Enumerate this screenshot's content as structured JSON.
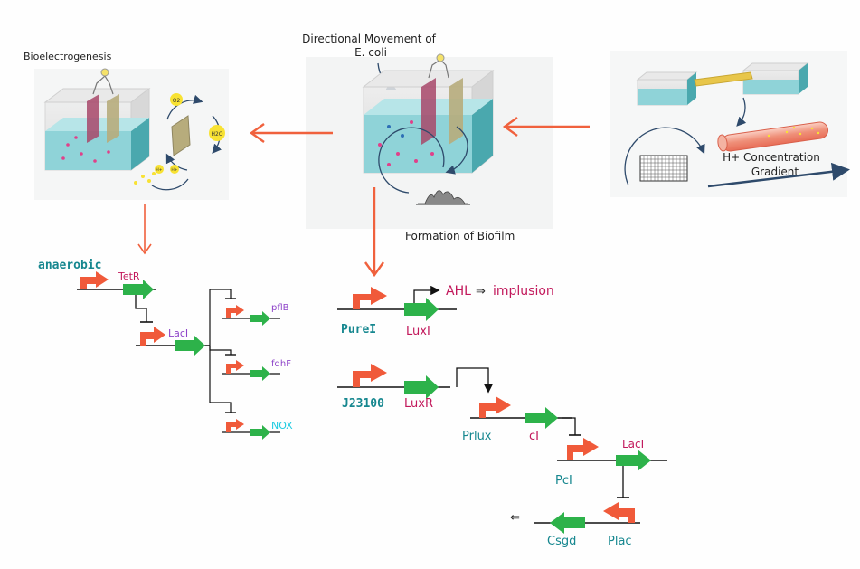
{
  "panels": {
    "bioelectrogenesis": {
      "title": "Bioelectrogenesis",
      "o2": "O2",
      "h2o": "H2O",
      "h_plus": "H+"
    },
    "directional": {
      "title_line1": "Directional Movement of",
      "title_line2": "E. coli",
      "biofilm": "Formation of Biofilm"
    },
    "gradient": {
      "label_line1": "H+ Concentration",
      "label_line2": "Gradient"
    }
  },
  "circuit_left": {
    "anaerobic": "anaerobic",
    "tetr": "TetR",
    "laci": "LacI",
    "pflb": "pflB",
    "fdhf": "fdhF",
    "nox": "NOX"
  },
  "circuit_right": {
    "purei": "PureI",
    "luxi": "LuxI",
    "ahl": "AHL",
    "implies": "⇒",
    "implusion": "implusion",
    "j23100": "J23100",
    "luxr": "LuxR",
    "prlux": "Prlux",
    "ci": "cI",
    "pci": "PcI",
    "laci": "LacI",
    "csgd": "Csgd",
    "plac": "Plac",
    "left_arrow": "⇐"
  },
  "colors": {
    "promoter": "#f05a3a",
    "gene": "#2db24a",
    "arrow": "#f0613d",
    "teal": "#16878f",
    "magenta": "#c2185b",
    "purple": "#8e44c9",
    "cyan": "#1ecbe1",
    "water": "#8fd3d8",
    "water_dark": "#4aa8ae"
  }
}
